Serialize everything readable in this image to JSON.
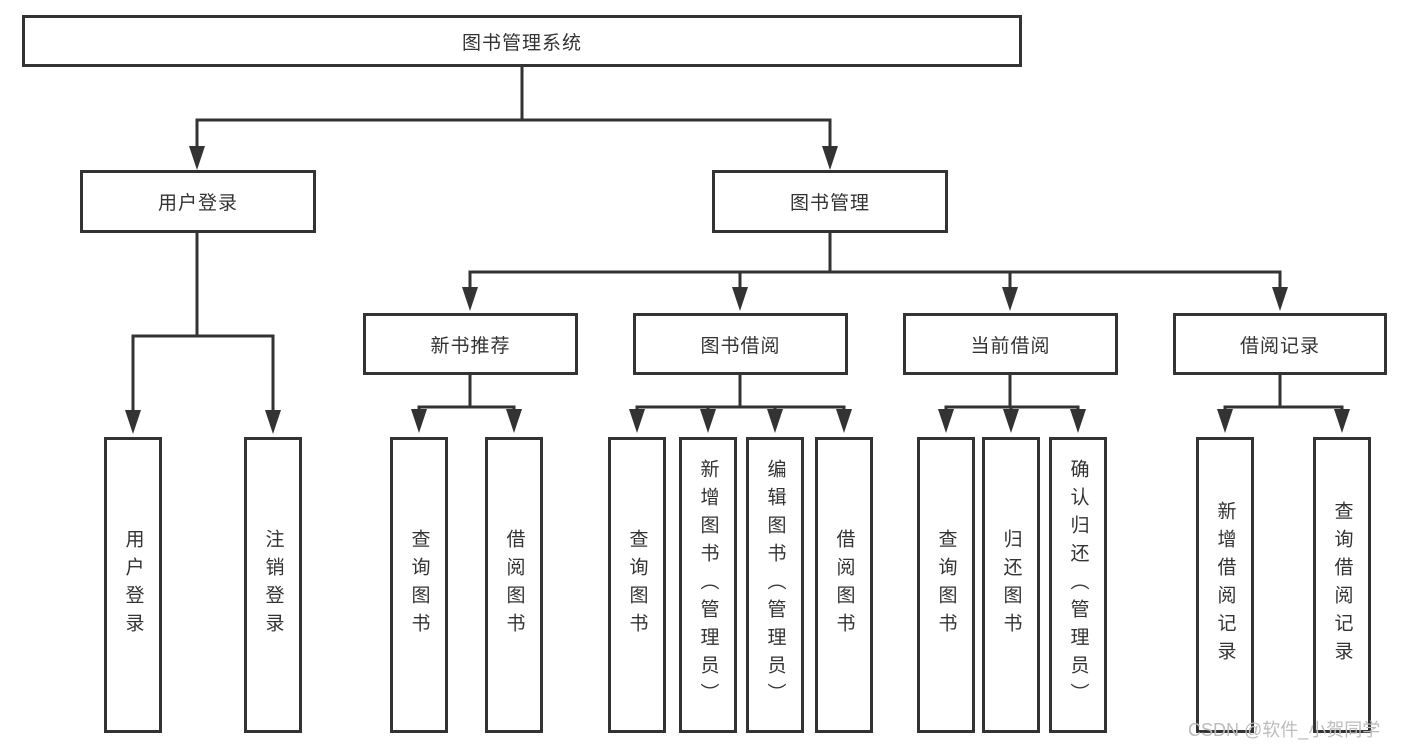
{
  "nodes": {
    "root": {
      "label": "图书管理系统"
    },
    "login": {
      "label": "用户登录",
      "children": [
        "用户登录",
        "注销登录"
      ]
    },
    "management": {
      "label": "图书管理"
    },
    "groups": [
      {
        "label": "新书推荐",
        "children": [
          "查询图书",
          "借阅图书"
        ]
      },
      {
        "label": "图书借阅",
        "children": [
          "查询图书",
          "新增图书（管理员）",
          "编辑图书（管理员）",
          "借阅图书"
        ]
      },
      {
        "label": "当前借阅",
        "children": [
          "查询图书",
          "归还图书",
          "确认归还（管理员）"
        ]
      },
      {
        "label": "借阅记录",
        "children": [
          "新增借阅记录",
          "查询借阅记录"
        ]
      }
    ]
  },
  "watermark": "CSDN @软件_小贺同学",
  "colors": {
    "line": "#333333",
    "box_border": "#333333",
    "text": "#333333",
    "watermark": "#bcbcbc",
    "background": "#ffffff"
  }
}
